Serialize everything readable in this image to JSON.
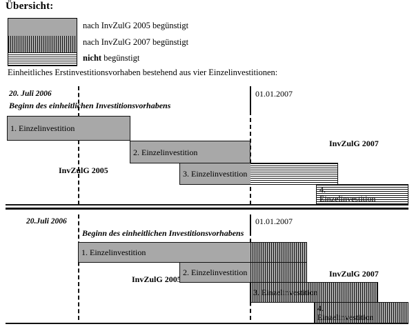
{
  "title": "Übersicht:",
  "legend": {
    "items": [
      {
        "pattern": "solid-gray",
        "label": "nach InvZulG 2005 begünstigt"
      },
      {
        "pattern": "vertical-stripes",
        "label": "nach InvZulG 2007 begünstigt"
      },
      {
        "pattern": "horizontal-stripes",
        "label_bold": "nicht",
        "label_rest": " begünstigt"
      }
    ]
  },
  "subtitle": "Einheitliches Erstinvestitionsvorhaben bestehend aus vier Einzelinvestitionen:",
  "chart_data": {
    "type": "bar",
    "title": "Einheitliches Erstinvestitionsvorhaben bestehend aus vier Einzelinvestitionen",
    "orientation": "horizontal-gantt",
    "panels": [
      {
        "name": "upper-timeline",
        "markers": [
          {
            "label": "20. Juli 2006",
            "style": "dashed"
          },
          {
            "label": "01.01.2007",
            "style": "solid-then-dashed"
          }
        ],
        "caption": "Beginn des einheitlichen Investitionsvorhabens",
        "zone_labels": [
          "InvZulG 2005",
          "InvZulG 2007"
        ],
        "bars": [
          {
            "label": "1. Einzelinvestition",
            "segments": [
              "solid-gray"
            ]
          },
          {
            "label": "2. Einzelinvestition",
            "segments": [
              "solid-gray"
            ]
          },
          {
            "label": "3. Einzelinvestition",
            "segments": [
              "solid-gray",
              "horizontal-stripes"
            ]
          },
          {
            "label": "4.\nEinzelinvestition",
            "segments": [
              "horizontal-stripes"
            ]
          }
        ]
      },
      {
        "name": "lower-timeline",
        "markers": [
          {
            "label": "20.Juli 2006",
            "style": "dashed"
          },
          {
            "label": "01.01.2007",
            "style": "solid-then-dashed"
          }
        ],
        "caption": "Beginn des einheitlichen Investitionsvorhabens",
        "zone_labels": [
          "InvZulG 2005",
          "InvZulG 2007"
        ],
        "bars": [
          {
            "label": "1. Einzelinvestition",
            "segments": [
              "solid-gray",
              "vertical-stripes"
            ]
          },
          {
            "label": "2. Einzelinvestition",
            "segments": [
              "solid-gray",
              "vertical-stripes"
            ]
          },
          {
            "label": "3. Einzelinvestition",
            "segments": [
              "vertical-stripes"
            ]
          },
          {
            "label": "4.\nEinzelinvestition",
            "segments": [
              "vertical-stripes"
            ]
          }
        ]
      }
    ]
  },
  "upper": {
    "date_left": "20. Juli 2006",
    "date_right": "01.01.2007",
    "caption": "Beginn des einheitlichen Investitionsvorhabens",
    "zone_left": "InvZulG 2005",
    "zone_right": "InvZulG 2007",
    "bar1": "1. Einzelinvestition",
    "bar2": "2. Einzelinvestition",
    "bar3": "3. Einzelinvestition",
    "bar4": "4.\nEinzelinvestition"
  },
  "lower": {
    "date_left": "20.Juli 2006",
    "date_right": "01.01.2007",
    "caption": "Beginn des einheitlichen Investitionsvorhabens",
    "zone_left": "InvZulG 2005",
    "zone_right": "InvZulG 2007",
    "bar1": "1. Einzelinvestition",
    "bar2": "2. Einzelinvestition",
    "bar3": "3. Einzelinvestition",
    "bar4": "4.\nEinzelinvestition"
  },
  "colors": {
    "gray_fill": "#a8a8a8",
    "ink": "#111111",
    "background": "#ffffff"
  }
}
